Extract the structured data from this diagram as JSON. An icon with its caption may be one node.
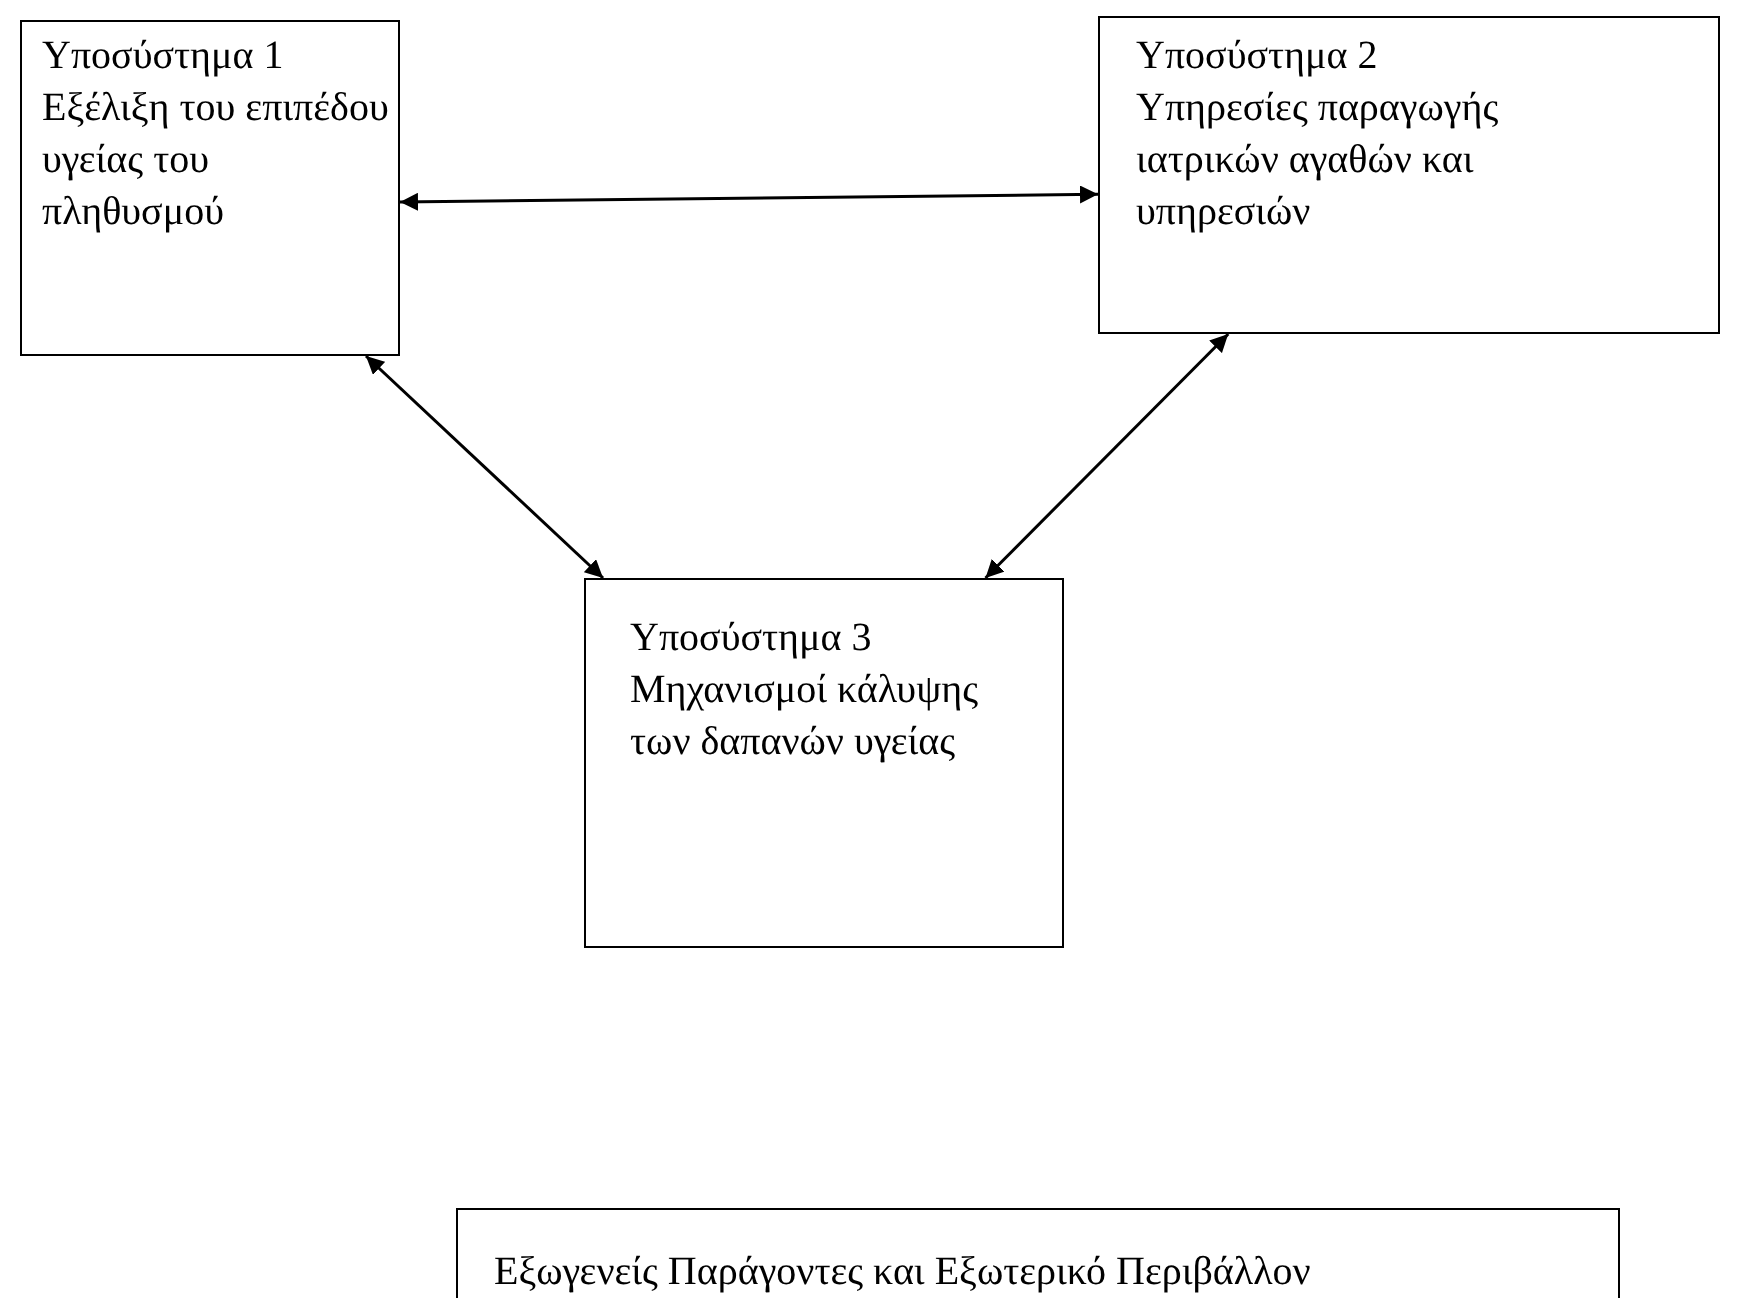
{
  "diagram": {
    "nodes": [
      {
        "text": [
          "Υποσύστημα 1",
          "Εξέλιξη του επιπέδου υγείας του πληθυσμού"
        ]
      },
      {
        "text": [
          "Υποσύστημα 2",
          "Υπηρεσίες παραγωγής ιατρικών αγαθών και υπηρεσιών"
        ]
      },
      {
        "text": [
          "Υποσύστημα 3",
          "Μηχανισμοί κάλυψης των δαπανών υγείας"
        ]
      },
      {
        "text": [
          "Εξωγενείς Παράγοντες και Εξωτερικό Περιβάλλον"
        ]
      }
    ],
    "edges": [
      {
        "from": 0,
        "to": 1,
        "arrow": "both"
      },
      {
        "from": 0,
        "to": 2,
        "arrow": "both"
      },
      {
        "from": 1,
        "to": 2,
        "arrow": "both"
      }
    ]
  }
}
